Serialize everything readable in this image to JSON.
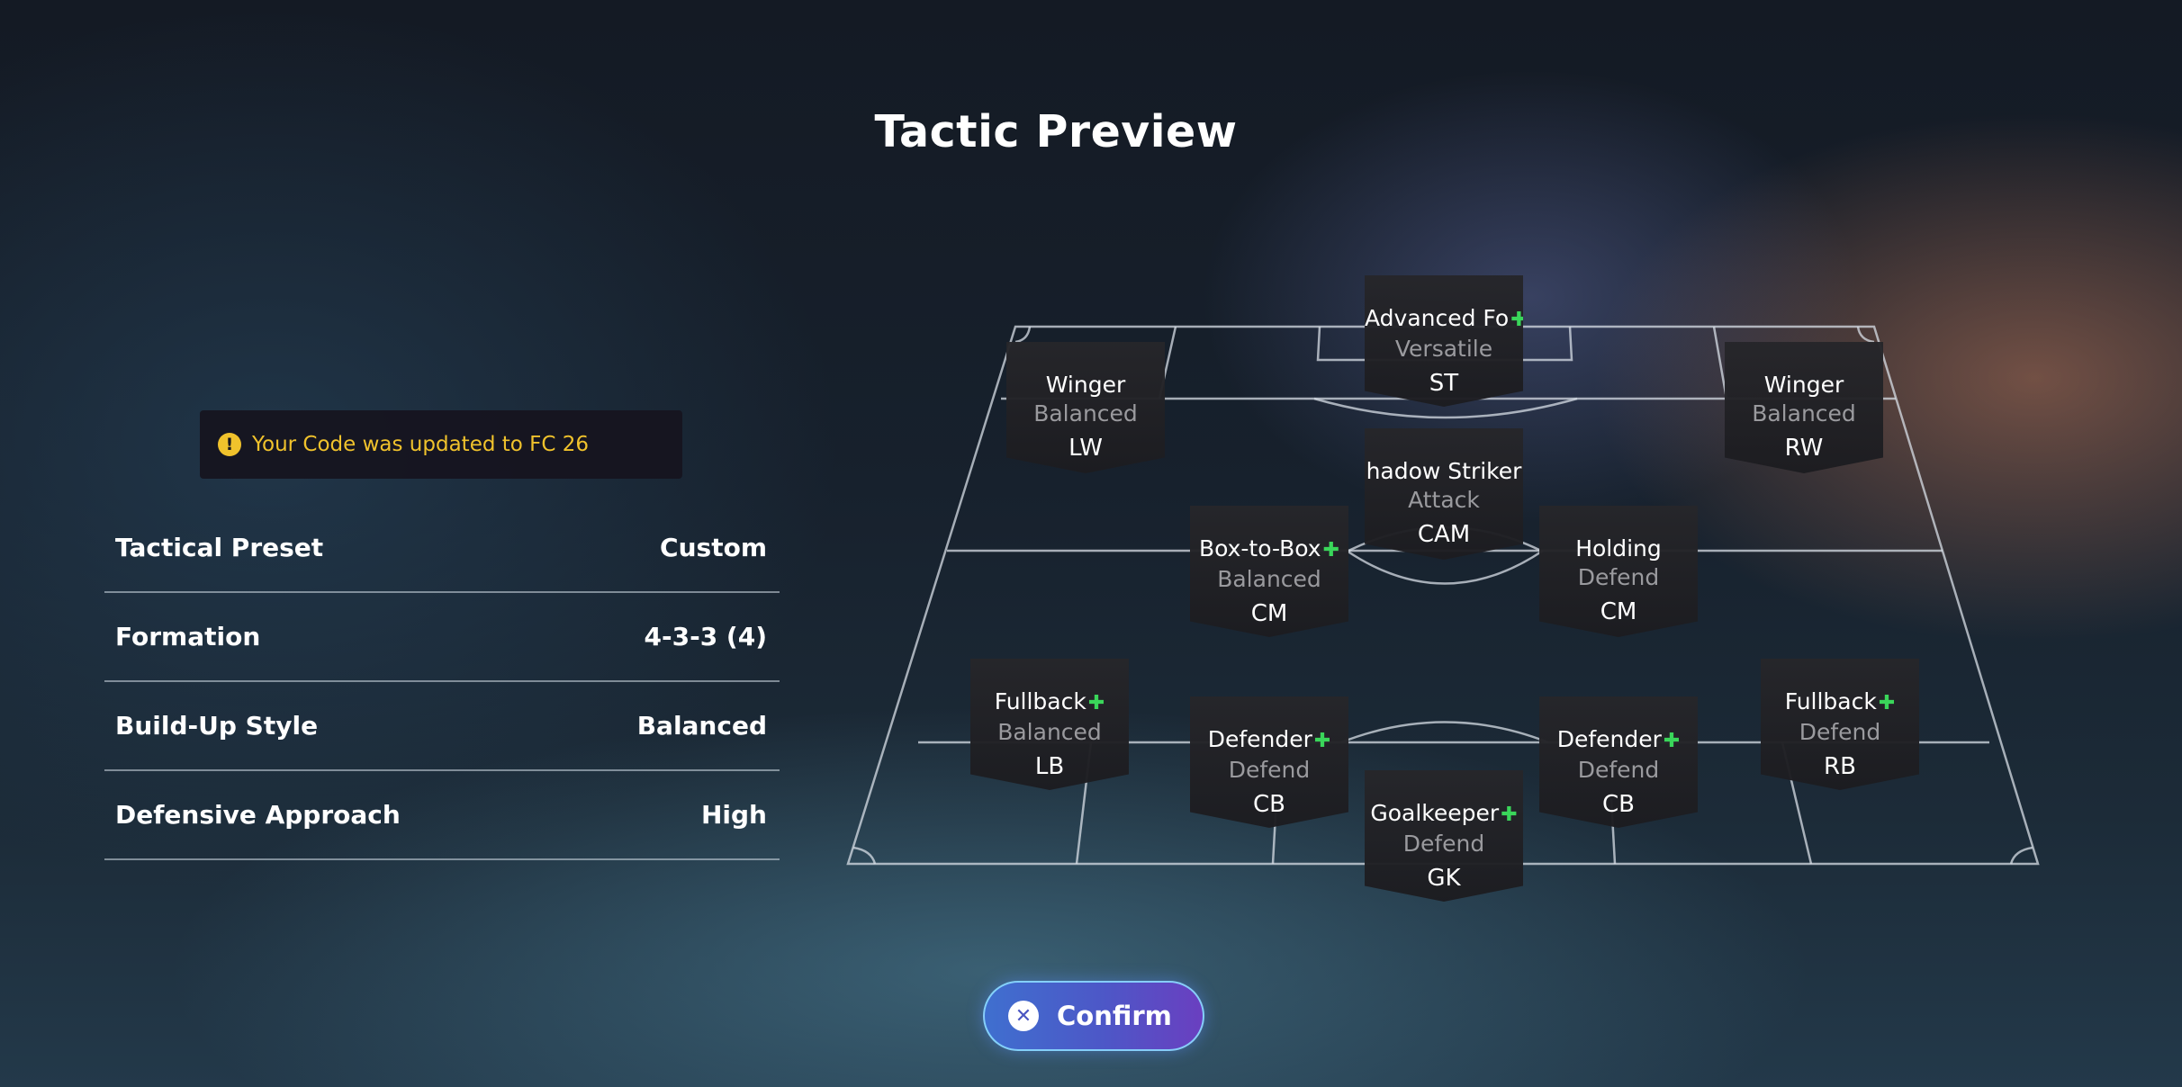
{
  "title": "Tactic Preview",
  "notice": {
    "icon": "exclamation-icon",
    "text": "Your Code was updated to FC 26",
    "color": "#f0c22c"
  },
  "settings": [
    {
      "label": "Tactical Preset",
      "value": "Custom"
    },
    {
      "label": "Formation",
      "value": "4-3-3 (4)"
    },
    {
      "label": "Build-Up Style",
      "value": "Balanced"
    },
    {
      "label": "Defensive Approach",
      "value": "High"
    }
  ],
  "players": [
    {
      "role": "Advanced Fo",
      "style": "Versatile",
      "pos": "ST"
    },
    {
      "role": "Winger",
      "style": "Balanced",
      "pos": "LW"
    },
    {
      "role": "Winger",
      "style": "Balanced",
      "pos": "RW"
    },
    {
      "role": "hadow Striker",
      "style": "Attack",
      "pos": "CAM"
    },
    {
      "role": "Box-to-Box",
      "style": "Balanced",
      "pos": "CM"
    },
    {
      "role": "Holding",
      "style": "Defend",
      "pos": "CM"
    },
    {
      "role": "Fullback",
      "style": "Balanced",
      "pos": "LB"
    },
    {
      "role": "Defender",
      "style": "Defend",
      "pos": "CB"
    },
    {
      "role": "Defender",
      "style": "Defend",
      "pos": "CB"
    },
    {
      "role": "Fullback",
      "style": "Defend",
      "pos": "RB"
    },
    {
      "role": "Goalkeeper",
      "style": "Defend",
      "pos": "GK"
    }
  ],
  "plus_icon": "plus-icon",
  "plus_color": "#3ad65a",
  "confirm": {
    "icon": "close-circle-icon",
    "label": "Confirm"
  }
}
